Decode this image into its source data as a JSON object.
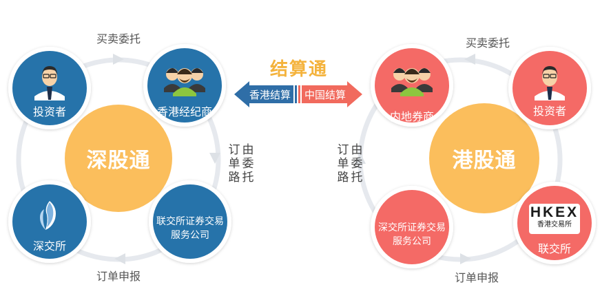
{
  "colors": {
    "blue_node": "#2673aa",
    "red_node": "#f46a66",
    "hub": "#fbbe5c",
    "ring": "#e7eaee",
    "settle_blue": "#2f6ea7",
    "settle_red": "#f16a5d",
    "settle_title": "#f4b33d"
  },
  "settlement": {
    "title": "结算通",
    "hk_label": "香港结算",
    "cn_label": "中国结算"
  },
  "left": {
    "hub_label": "深股通",
    "top_flow": "买卖委托",
    "bottom_flow": "订单申报",
    "side_flow_chars": [
      "订",
      "单",
      "路",
      "由",
      "委",
      "托"
    ],
    "investor": "投资者",
    "broker": "香港经纪商",
    "exchange": "深交所",
    "service": [
      "联交所证券交易",
      "服务公司"
    ]
  },
  "right": {
    "hub_label": "港股通",
    "top_flow": "买卖委托",
    "bottom_flow": "订单申报",
    "side_flow_chars": [
      "订",
      "单",
      "路",
      "由",
      "委",
      "托"
    ],
    "investor": "投资者",
    "broker": "内地券商",
    "exchange": "联交所",
    "service": [
      "深交所证券交易",
      "服务公司"
    ],
    "hkex_logo": {
      "wordmark": "HKEX",
      "subtitle": "香港交易所"
    }
  }
}
